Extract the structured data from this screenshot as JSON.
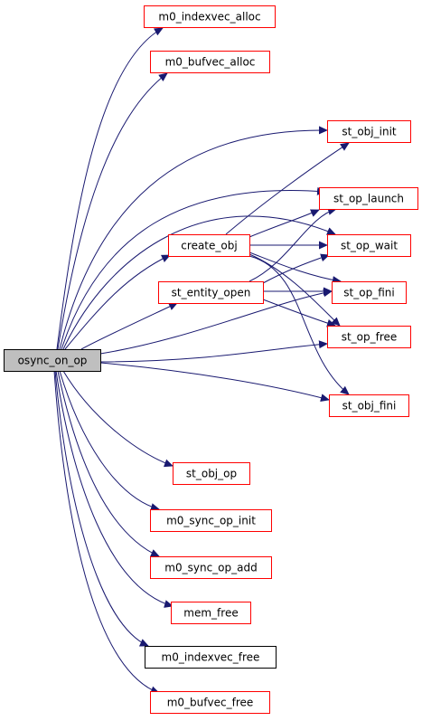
{
  "colors": {
    "edge": "#191970",
    "node_red_border": "#ff0000",
    "node_black_border": "#000000",
    "root_fill": "#bfbfbf",
    "node_fill": "#ffffff"
  },
  "nodes": {
    "osync_on_op": {
      "label": "osync_on_op",
      "style": "root"
    },
    "m0_indexvec_alloc": {
      "label": "m0_indexvec_alloc",
      "style": "red"
    },
    "m0_bufvec_alloc": {
      "label": "m0_bufvec_alloc",
      "style": "red"
    },
    "st_obj_init": {
      "label": "st_obj_init",
      "style": "red"
    },
    "st_op_launch": {
      "label": "st_op_launch",
      "style": "red"
    },
    "create_obj": {
      "label": "create_obj",
      "style": "red"
    },
    "st_op_wait": {
      "label": "st_op_wait",
      "style": "red"
    },
    "st_entity_open": {
      "label": "st_entity_open",
      "style": "red"
    },
    "st_op_fini": {
      "label": "st_op_fini",
      "style": "red"
    },
    "st_op_free": {
      "label": "st_op_free",
      "style": "red"
    },
    "st_obj_fini": {
      "label": "st_obj_fini",
      "style": "red"
    },
    "st_obj_op": {
      "label": "st_obj_op",
      "style": "red"
    },
    "m0_sync_op_init": {
      "label": "m0_sync_op_init",
      "style": "red"
    },
    "m0_sync_op_add": {
      "label": "m0_sync_op_add",
      "style": "red"
    },
    "mem_free": {
      "label": "mem_free",
      "style": "red"
    },
    "m0_indexvec_free": {
      "label": "m0_indexvec_free",
      "style": "black"
    },
    "m0_bufvec_free": {
      "label": "m0_bufvec_free",
      "style": "red"
    }
  },
  "edges": [
    {
      "from": "osync_on_op",
      "to": "m0_indexvec_alloc"
    },
    {
      "from": "osync_on_op",
      "to": "m0_bufvec_alloc"
    },
    {
      "from": "osync_on_op",
      "to": "st_obj_init"
    },
    {
      "from": "osync_on_op",
      "to": "st_op_launch"
    },
    {
      "from": "osync_on_op",
      "to": "st_op_wait"
    },
    {
      "from": "osync_on_op",
      "to": "create_obj"
    },
    {
      "from": "osync_on_op",
      "to": "st_entity_open"
    },
    {
      "from": "osync_on_op",
      "to": "st_op_fini"
    },
    {
      "from": "osync_on_op",
      "to": "st_op_free"
    },
    {
      "from": "osync_on_op",
      "to": "st_obj_fini"
    },
    {
      "from": "osync_on_op",
      "to": "st_obj_op"
    },
    {
      "from": "osync_on_op",
      "to": "m0_sync_op_init"
    },
    {
      "from": "osync_on_op",
      "to": "m0_sync_op_add"
    },
    {
      "from": "osync_on_op",
      "to": "mem_free"
    },
    {
      "from": "osync_on_op",
      "to": "m0_indexvec_free"
    },
    {
      "from": "osync_on_op",
      "to": "m0_bufvec_free"
    },
    {
      "from": "create_obj",
      "to": "st_obj_init"
    },
    {
      "from": "create_obj",
      "to": "st_op_launch"
    },
    {
      "from": "create_obj",
      "to": "st_op_wait"
    },
    {
      "from": "create_obj",
      "to": "st_op_fini"
    },
    {
      "from": "create_obj",
      "to": "st_op_free"
    },
    {
      "from": "create_obj",
      "to": "st_obj_fini"
    },
    {
      "from": "st_entity_open",
      "to": "st_op_launch"
    },
    {
      "from": "st_entity_open",
      "to": "st_op_wait"
    },
    {
      "from": "st_entity_open",
      "to": "st_op_fini"
    },
    {
      "from": "st_entity_open",
      "to": "st_op_free"
    }
  ]
}
